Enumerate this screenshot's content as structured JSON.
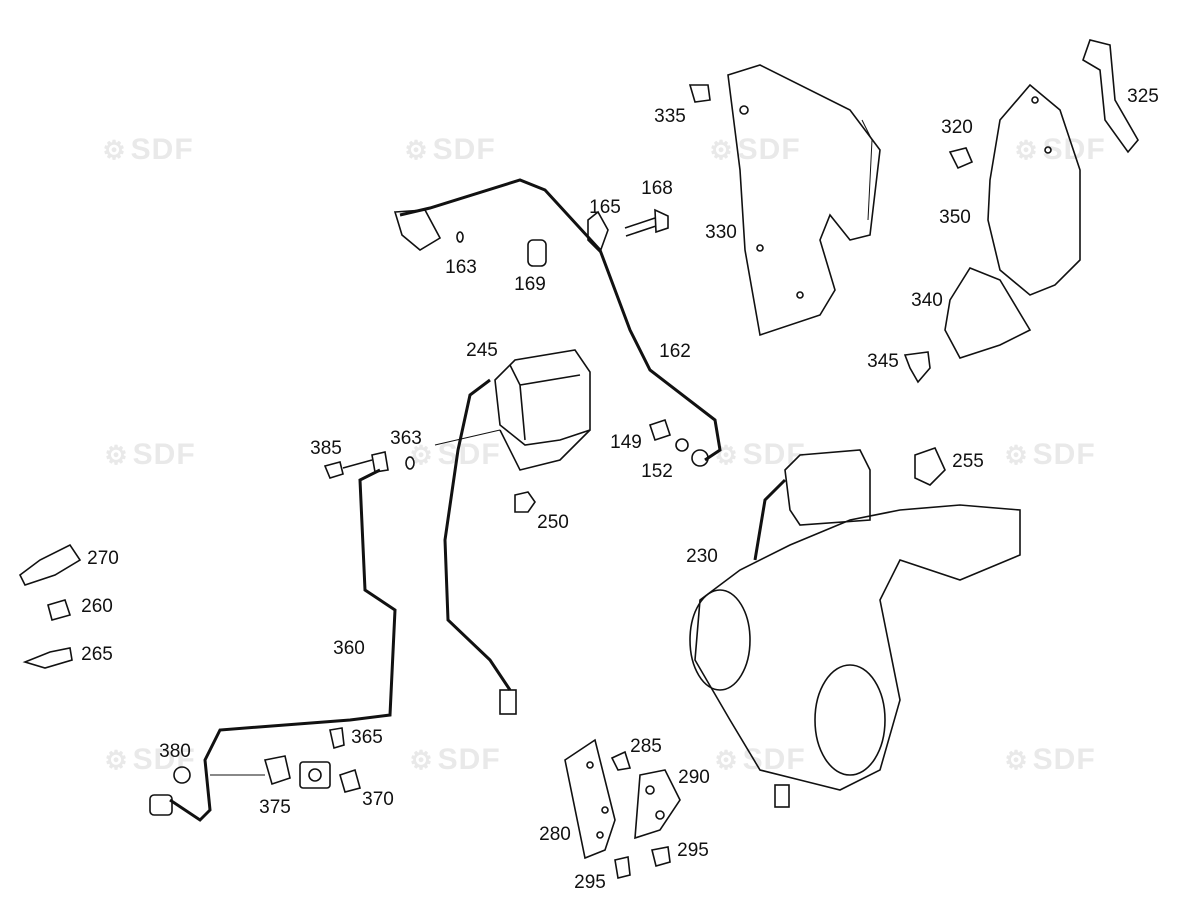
{
  "diagram": {
    "watermark": "SDF",
    "part_labels": [
      "335",
      "325",
      "320",
      "168",
      "165",
      "330",
      "350",
      "163",
      "169",
      "340",
      "162",
      "245",
      "345",
      "385",
      "363",
      "149",
      "152",
      "255",
      "250",
      "230",
      "270",
      "260",
      "265",
      "360",
      "380",
      "365",
      "285",
      "290",
      "375",
      "370",
      "280",
      "295",
      "295"
    ]
  }
}
